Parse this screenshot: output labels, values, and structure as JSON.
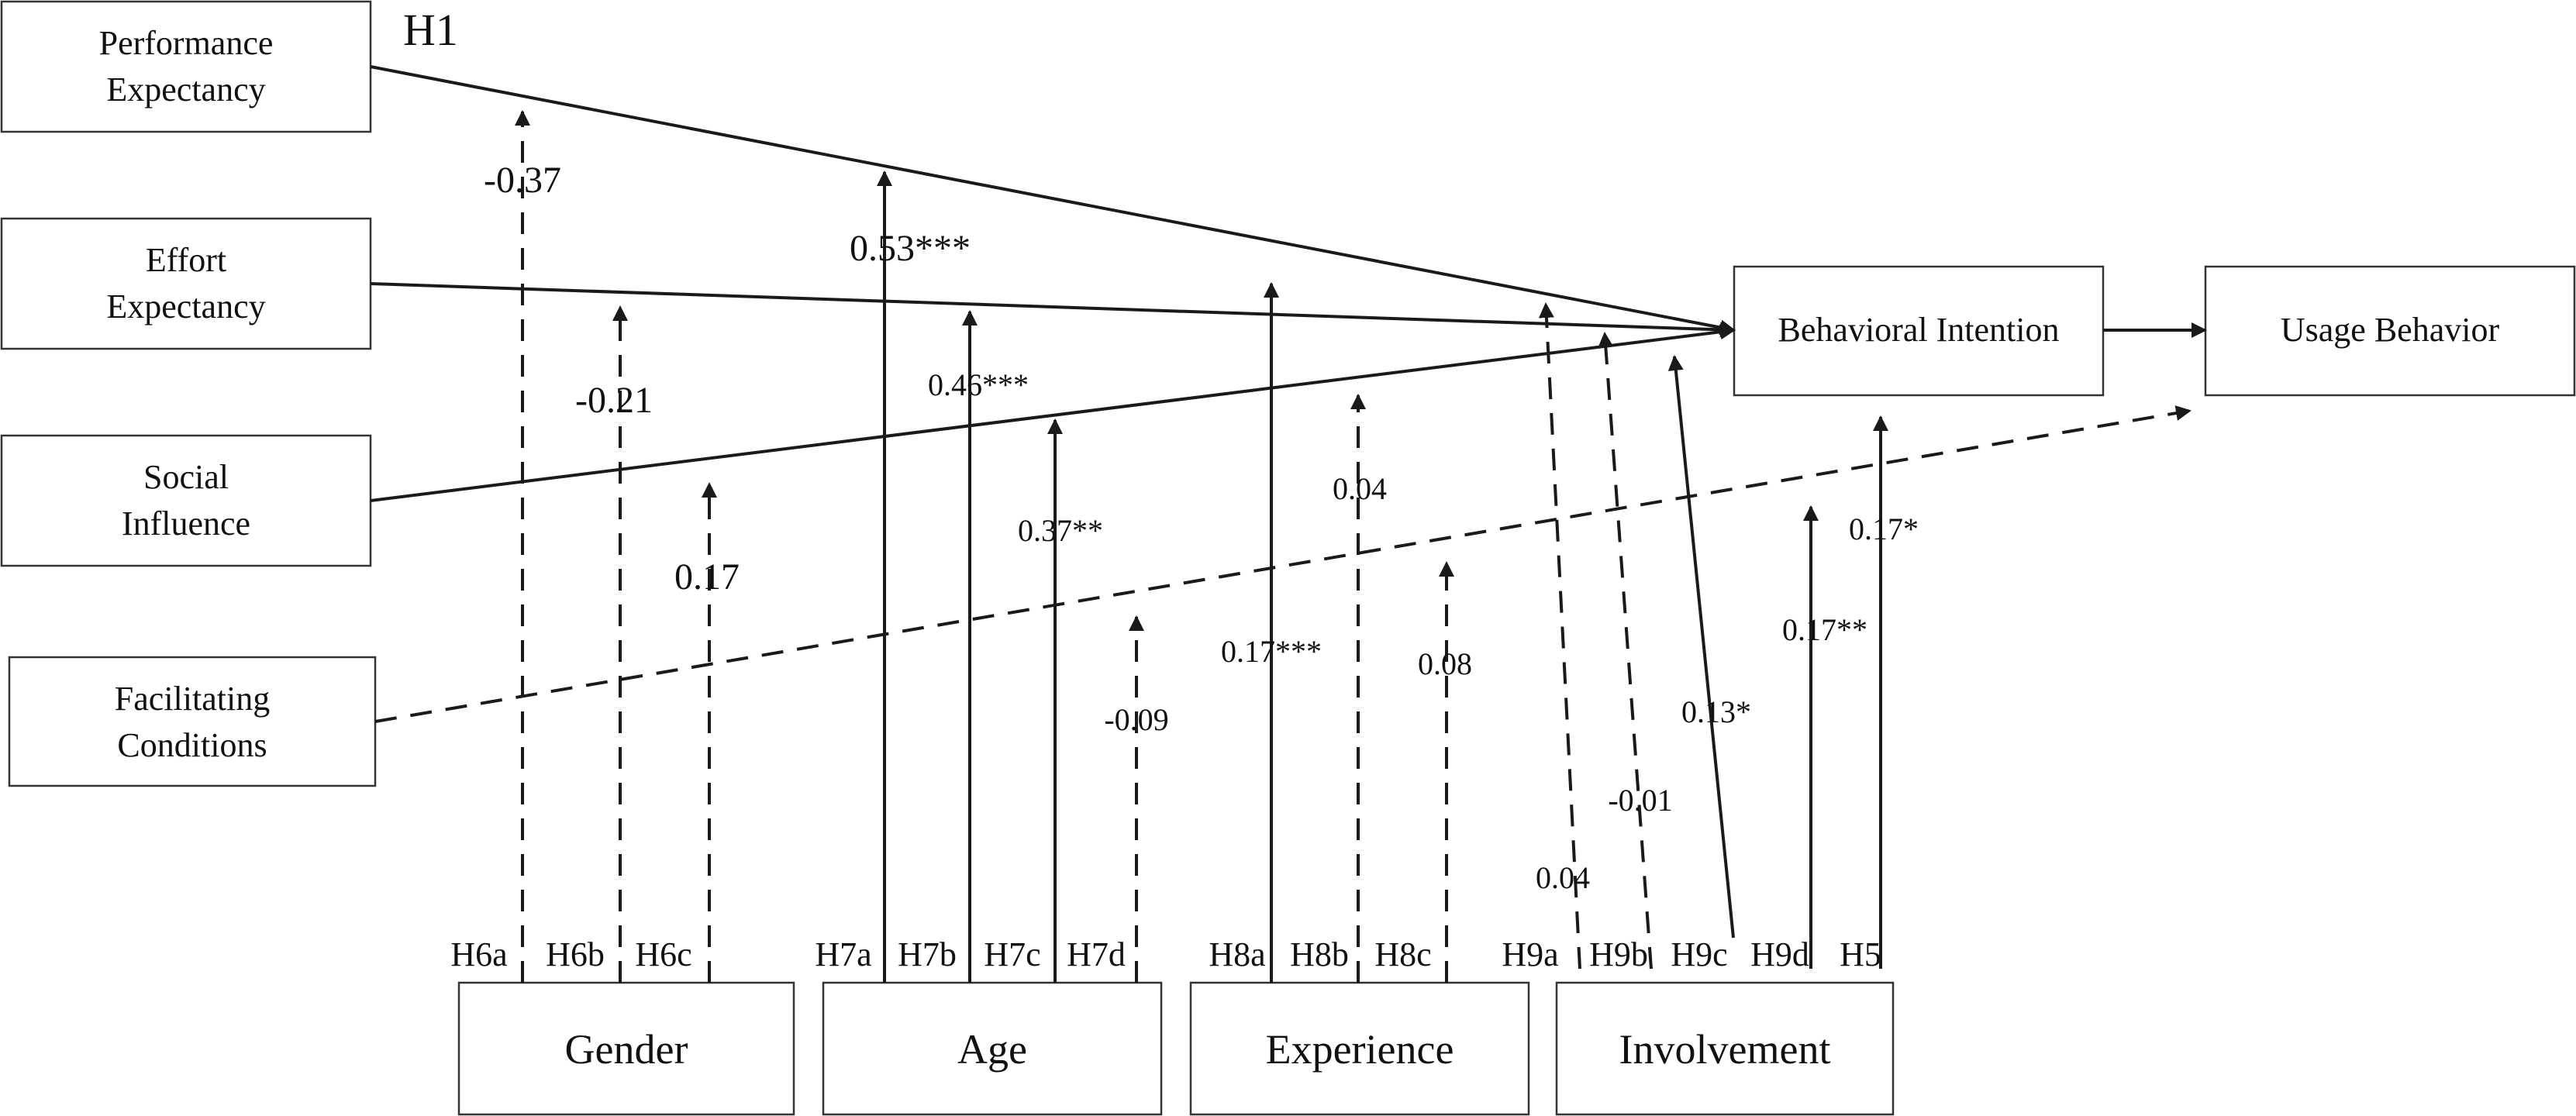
{
  "title": "H1",
  "constructs": {
    "performance_expectancy": [
      "Performance",
      "Expectancy"
    ],
    "effort_expectancy": [
      "Effort",
      "Expectancy"
    ],
    "social_influence": [
      "Social",
      "Influence"
    ],
    "facilitating_conditions": [
      "Facilitating",
      "Conditions"
    ],
    "behavioral_intention": "Behavioral Intention",
    "usage_behavior": "Usage Behavior"
  },
  "moderators": {
    "gender": "Gender",
    "age": "Age",
    "experience": "Experience",
    "involvement": "Involvement"
  },
  "hypotheses": {
    "h6a": "H6a",
    "h6b": "H6b",
    "h6c": "H6c",
    "h7a": "H7a",
    "h7b": "H7b",
    "h7c": "H7c",
    "h7d": "H7d",
    "h8a": "H8a",
    "h8b": "H8b",
    "h8c": "H8c",
    "h9a": "H9a",
    "h9b": "H9b",
    "h9c": "H9c",
    "h9d": "H9d",
    "h5": "H5"
  },
  "coefficients": {
    "h6a": "-0.37",
    "h6b": "-0.21",
    "h6c": "0.17",
    "h7a": "0.53***",
    "h7b": "0.46***",
    "h7c": "0.37**",
    "h7d": "-0.09",
    "h8a": "0.17***",
    "h8b": "0.04",
    "h8c": "0.08",
    "h9a": "0.04",
    "h9b": "-0.01",
    "h9c": "0.13*",
    "h9d": "0.17**",
    "h5": "0.17*"
  }
}
